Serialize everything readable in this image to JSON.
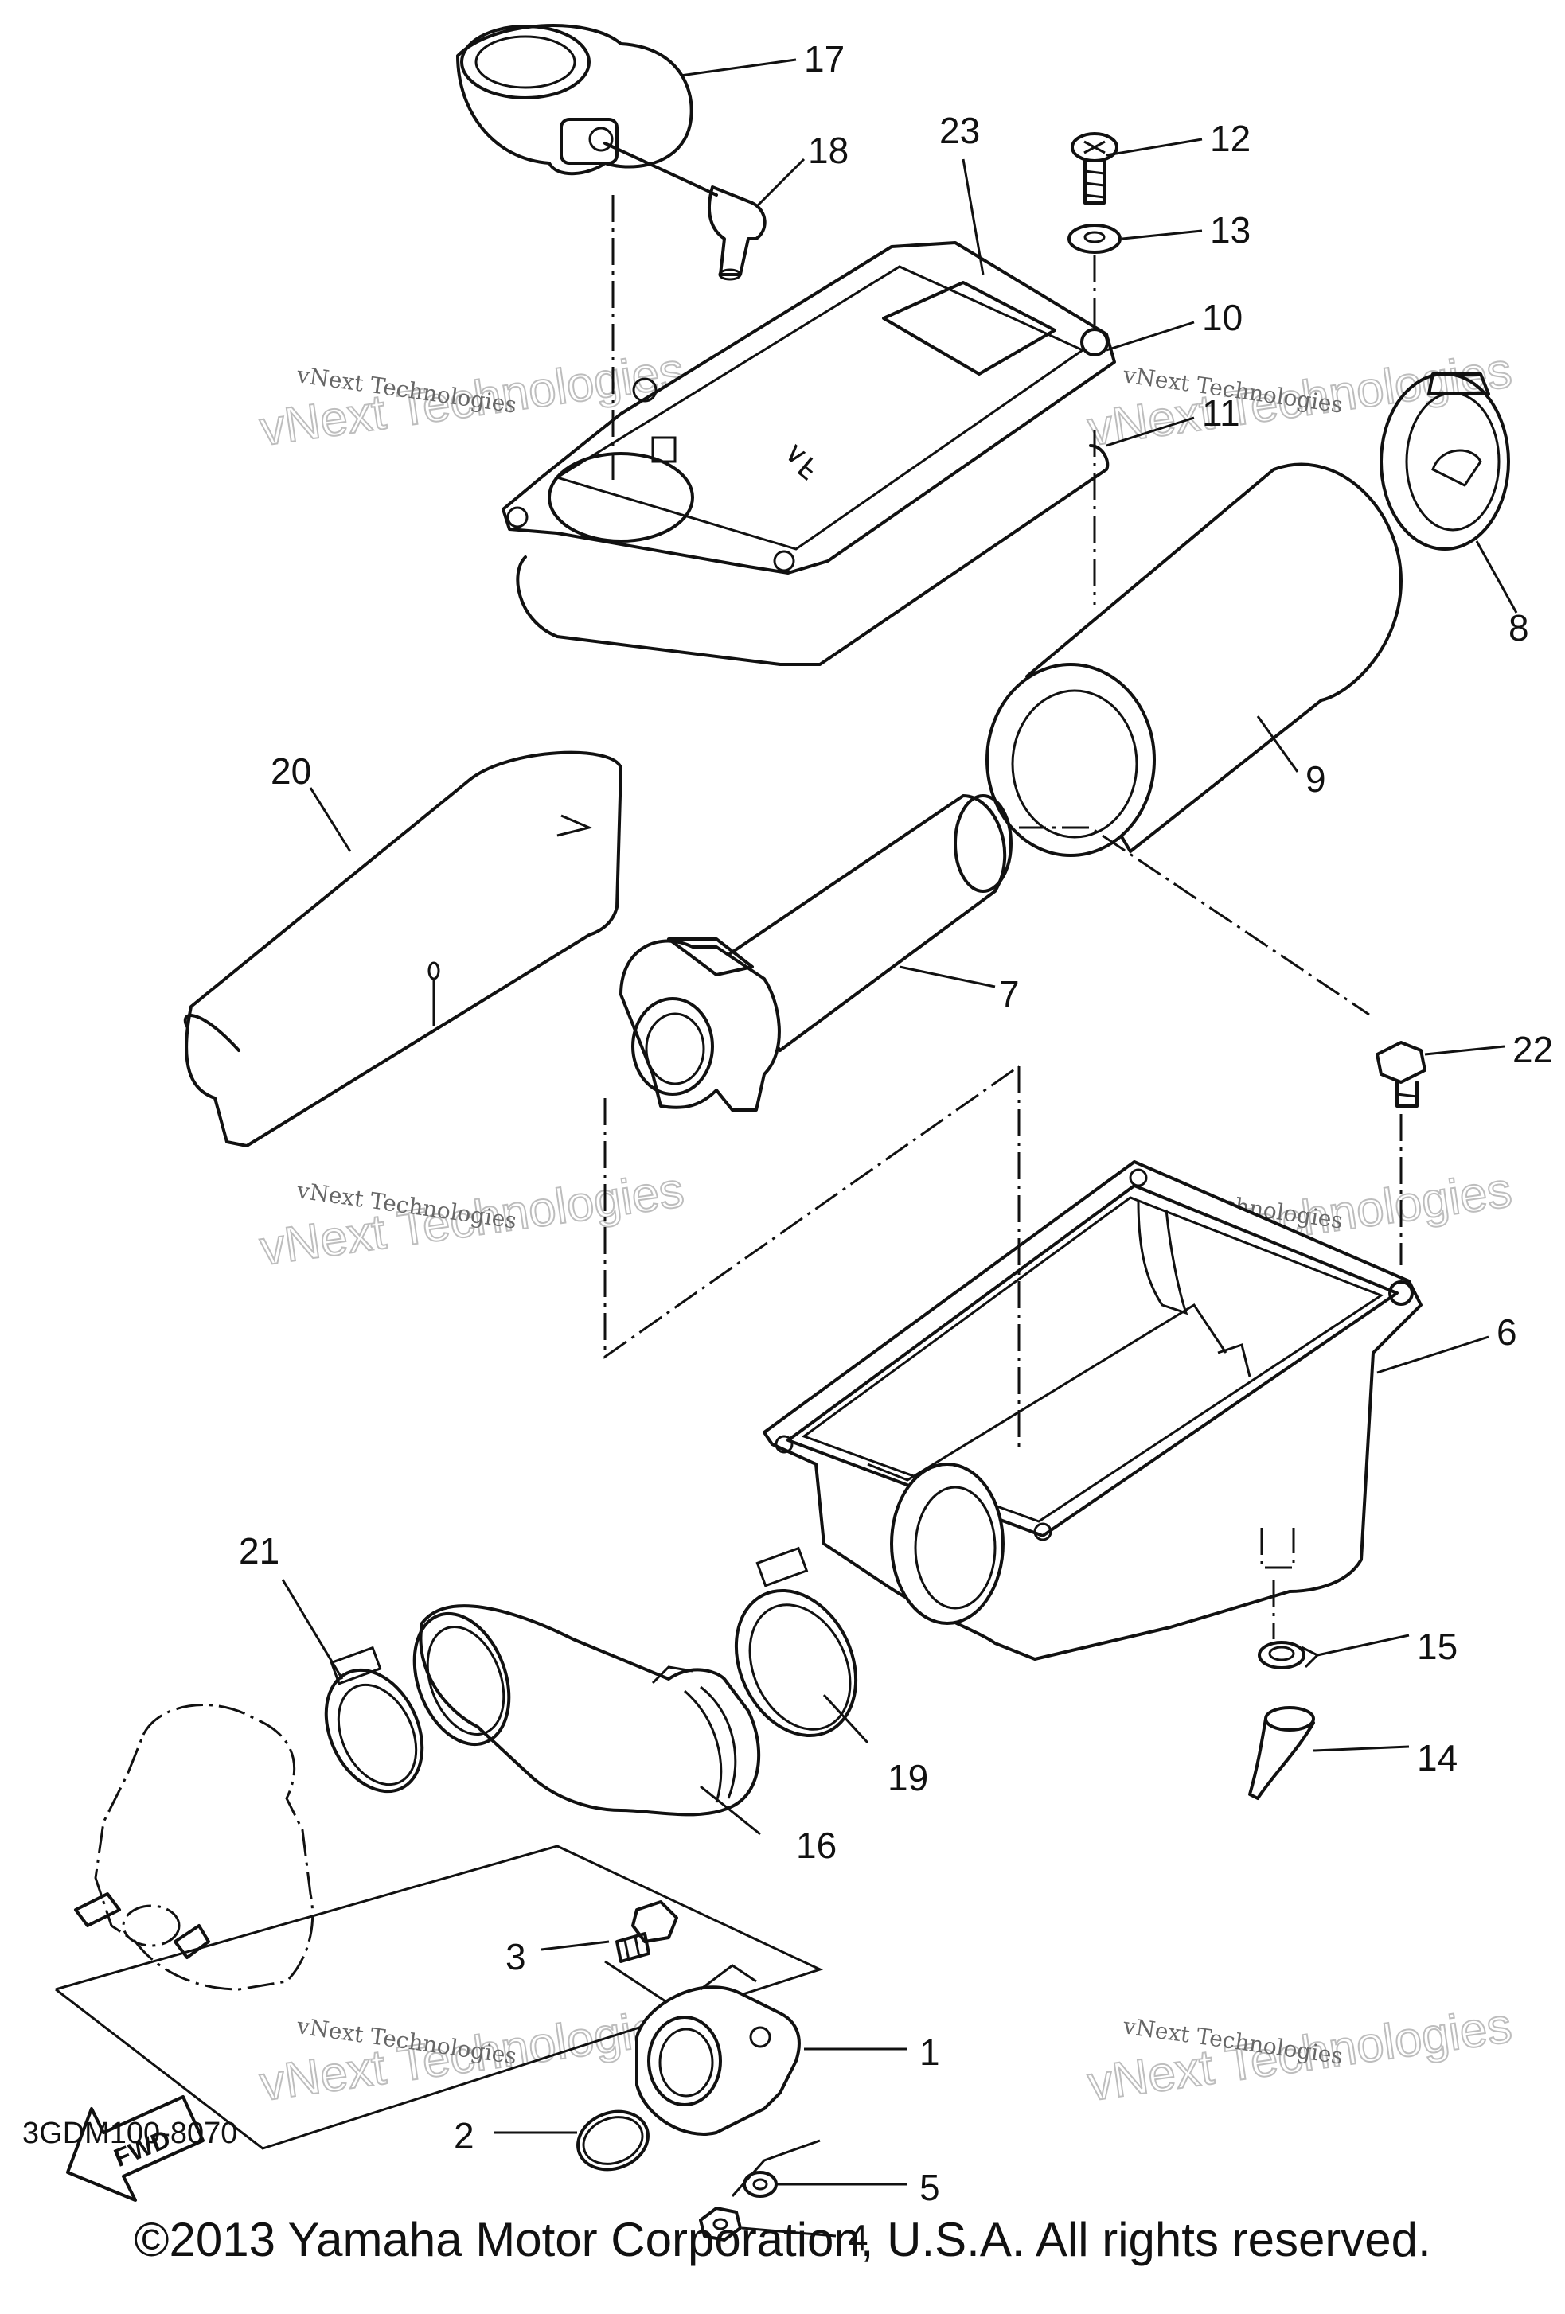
{
  "parts": [
    {
      "label": "1"
    },
    {
      "label": "2"
    },
    {
      "label": "3"
    },
    {
      "label": "4"
    },
    {
      "label": "5"
    },
    {
      "label": "6"
    },
    {
      "label": "7"
    },
    {
      "label": "8"
    },
    {
      "label": "9"
    },
    {
      "label": "10"
    },
    {
      "label": "11"
    },
    {
      "label": "12"
    },
    {
      "label": "13"
    },
    {
      "label": "14"
    },
    {
      "label": "15"
    },
    {
      "label": "16"
    },
    {
      "label": "17"
    },
    {
      "label": "18"
    },
    {
      "label": "19"
    },
    {
      "label": "20"
    },
    {
      "label": "21"
    },
    {
      "label": "22"
    },
    {
      "label": "23"
    }
  ],
  "watermark": {
    "line1": "vNext Technologies",
    "line2": "vNext Technologies"
  },
  "fwd_label": "FWD",
  "lid_marking": "ꟻ∧",
  "diagram_code": "3GDM100-8070",
  "copyright": "©2013 Yamaha Motor Corporation, U.S.A. All rights reserved."
}
